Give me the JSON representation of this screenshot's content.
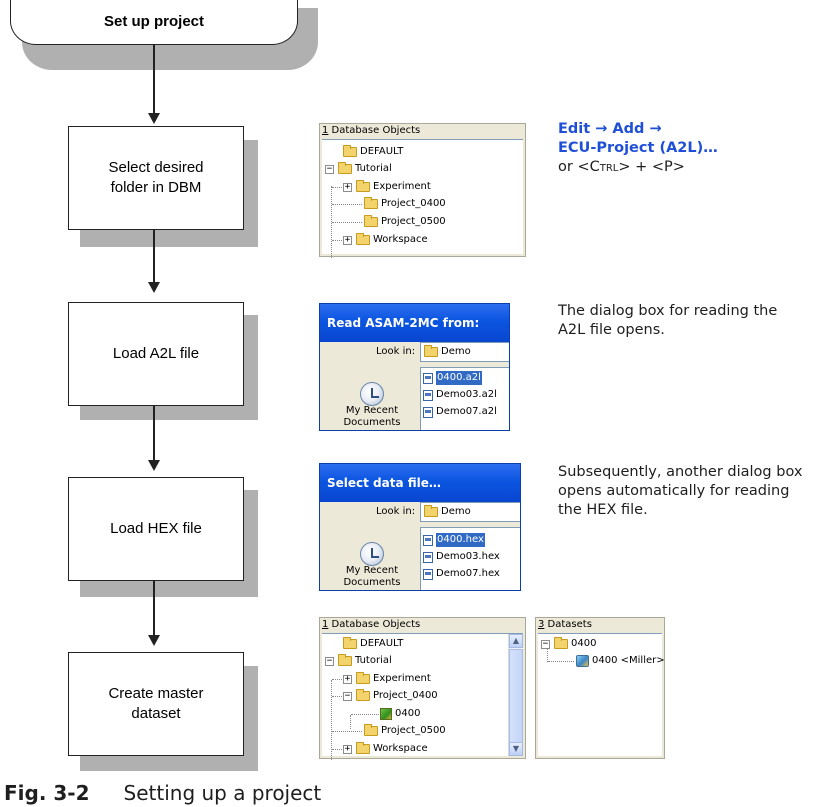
{
  "flow": {
    "start": "Set up project",
    "steps": [
      "Select desired folder in DBM",
      "Load A2L file",
      "Load HEX file",
      "Create master dataset"
    ]
  },
  "db_panel_1": {
    "title_prefix": "1",
    "title_rest": " Database Objects",
    "items": [
      "DEFAULT",
      "Tutorial",
      "Experiment",
      "Project_0400",
      "Project_0500",
      "Workspace"
    ],
    "expander_minus": "−",
    "expander_plus": "+"
  },
  "step1_text": {
    "menu_line1": "Edit → Add →",
    "menu_line2": "ECU-Project (A2L)…",
    "shortcut_prefix": "or <",
    "ctrl": "Ctrl",
    "shortcut_suffix": "> + <P>"
  },
  "dialog_a2l": {
    "title": "Read ASAM-2MC from:",
    "look_in_label": "Look in:",
    "look_in_value": "Demo",
    "place_label_1": "My Recent",
    "place_label_2": "Documents",
    "files": [
      "0400.a2l",
      "Demo03.a2l",
      "Demo07.a2l"
    ]
  },
  "step2_text": "The dialog box for reading the A2L file opens.",
  "dialog_hex": {
    "title": "Select data file…",
    "look_in_label": "Look in:",
    "look_in_value": "Demo",
    "place_label_1": "My Recent",
    "place_label_2": "Documents",
    "files": [
      "0400.hex",
      "Demo03.hex",
      "Demo07.hex"
    ]
  },
  "step3_text": "Subsequently, another dialog box opens automatically for reading the HEX file.",
  "db_panel_2": {
    "title_prefix": "1",
    "title_rest": " Database Objects",
    "items": [
      "DEFAULT",
      "Tutorial",
      "Experiment",
      "Project_0400",
      "0400",
      "Project_0500",
      "Workspace"
    ]
  },
  "datasets_panel": {
    "title_prefix": "3",
    "title_rest": " Datasets",
    "items": [
      "0400",
      "0400 <Miller>"
    ]
  },
  "caption": {
    "label": "Fig. 3-2",
    "text": "Setting up a project"
  }
}
